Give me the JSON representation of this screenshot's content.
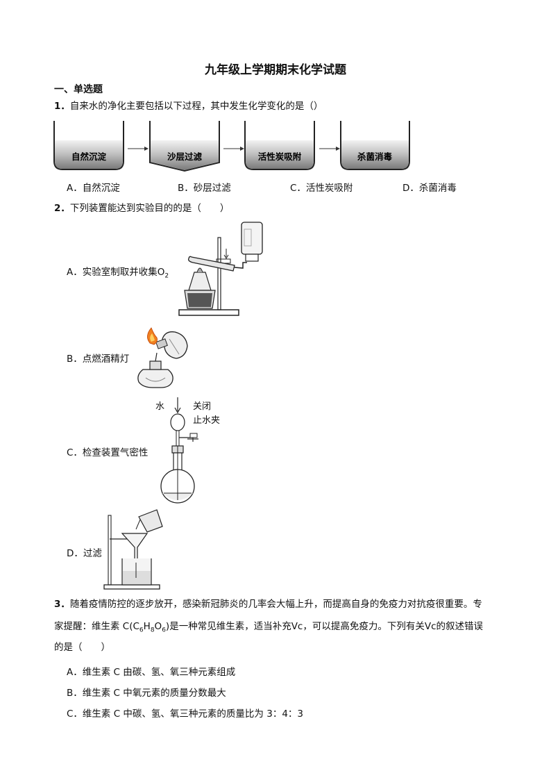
{
  "title": "九年级上学期期末化学试题",
  "section": "一、单选题",
  "q1": {
    "num": "1．",
    "text": "自来水的净化主要包括以下过程，其中发生化学变化的是（）",
    "stages": [
      "自然沉淀",
      "沙层过滤",
      "活性炭吸附",
      "杀菌消毒"
    ],
    "options": [
      "A．自然沉淀",
      "B．砂层过滤",
      "C．活性炭吸附",
      "D．杀菌消毒"
    ]
  },
  "q2": {
    "num": "2．",
    "text": "下列装置能达到实验目的的是（　　）",
    "optA": "A．实验室制取并收集O",
    "optA_sub": "2",
    "optB": "B．点燃酒精灯",
    "optC": "C．检查装置气密性",
    "optD": "D．过滤",
    "c_water": "水",
    "c_close1": "关闭",
    "c_close2": "止水夹"
  },
  "q3": {
    "num": "3．",
    "line1": "随着疫情防控的逐步放开，感染新冠肺炎的几率会大幅上升，而提高自身的免疫力对抗疫很重要。专",
    "line2_pre": "家提醒：维生素 C(C",
    "sub6a": "6",
    "h": "H",
    "sub8": "8",
    "o": "O",
    "sub6b": "6",
    "line2_post": ")是一种常见维生素，适当补充Vc，可以提高免疫力。下列有关Vc的叙述错误",
    "line3": "的是（　　）",
    "options": [
      "A．维生素 C 由碳、氢、氧三种元素组成",
      "B．维生素 C 中氧元素的质量分数最大",
      "C．维生素 C 中碳、氢、氧三种元素的质量比为 3：4：3"
    ]
  }
}
